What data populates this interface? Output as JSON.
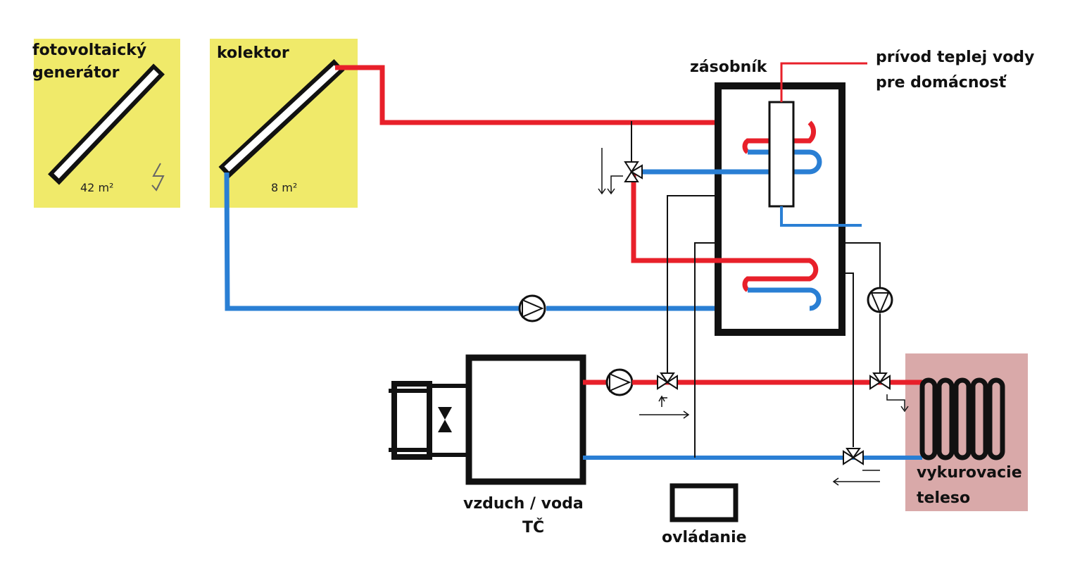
{
  "labels": {
    "pv_generator_line1": "fotovoltaický",
    "pv_generator_line2": "generátor",
    "pv_area": "42 m²",
    "collector": "kolektor",
    "collector_area": "8 m²",
    "storage_tank": "zásobník",
    "hot_water_line1": "prívod teplej vody",
    "hot_water_line2": "pre domácnosť",
    "heat_pump_line1": "vzduch / voda",
    "heat_pump_line2": "TČ",
    "controller": "ovládanie",
    "radiator_line1": "vykurovacie",
    "radiator_line2": "teleso"
  },
  "colors": {
    "panel_yellow": "#f0ea6a",
    "radiator_pink": "#d9a9a9",
    "hot_pipe": "#e8202a",
    "cold_pipe": "#2a7fd4",
    "outline": "#111111"
  },
  "icons": {
    "pv_symbol": "lightning-icon",
    "fan": "fan-icon",
    "pump": "pump-icon",
    "valve": "three-way-valve-icon"
  }
}
